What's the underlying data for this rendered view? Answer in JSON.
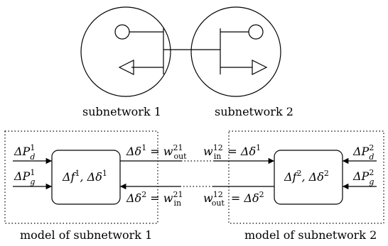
{
  "top_labels": {
    "subnetwork_1": "subnetwork 1",
    "subnetwork_2": "subnetwork 2"
  },
  "bottom_labels": {
    "model_1": "model of subnetwork 1",
    "model_2": "model of subnetwork 2"
  },
  "left_inputs": {
    "pd": {
      "base": "ΔP",
      "sup": "1",
      "sub": "d"
    },
    "pg": {
      "base": "ΔP",
      "sup": "1",
      "sub": "g"
    }
  },
  "right_inputs": {
    "pd": {
      "base": "ΔP",
      "sup": "2",
      "sub": "d"
    },
    "pg": {
      "base": "ΔP",
      "sup": "2",
      "sub": "g"
    }
  },
  "left_box": {
    "text1": "Δf",
    "sup1": "1",
    "text2": ", Δδ",
    "sup2": "1"
  },
  "right_box": {
    "text1": "Δf",
    "sup1": "2",
    "text2": ", Δδ",
    "sup2": "2"
  },
  "upper_link": {
    "left": {
      "pre": "Δδ",
      "pre_sup": "1",
      "eq": " = ",
      "w": "w",
      "w_sup": "21",
      "w_sub": "out"
    },
    "right": {
      "w": "w",
      "w_sup": "12",
      "w_sub": "in",
      "eq": " = ",
      "post": "Δδ",
      "post_sup": "1"
    }
  },
  "lower_link": {
    "left": {
      "pre": "Δδ",
      "pre_sup": "2",
      "eq": " = ",
      "w": "w",
      "w_sup": "21",
      "w_sub": "in"
    },
    "right": {
      "w": "w",
      "w_sup": "12",
      "w_sub": "out",
      "eq": " = ",
      "post": "Δδ",
      "post_sup": "2"
    }
  }
}
